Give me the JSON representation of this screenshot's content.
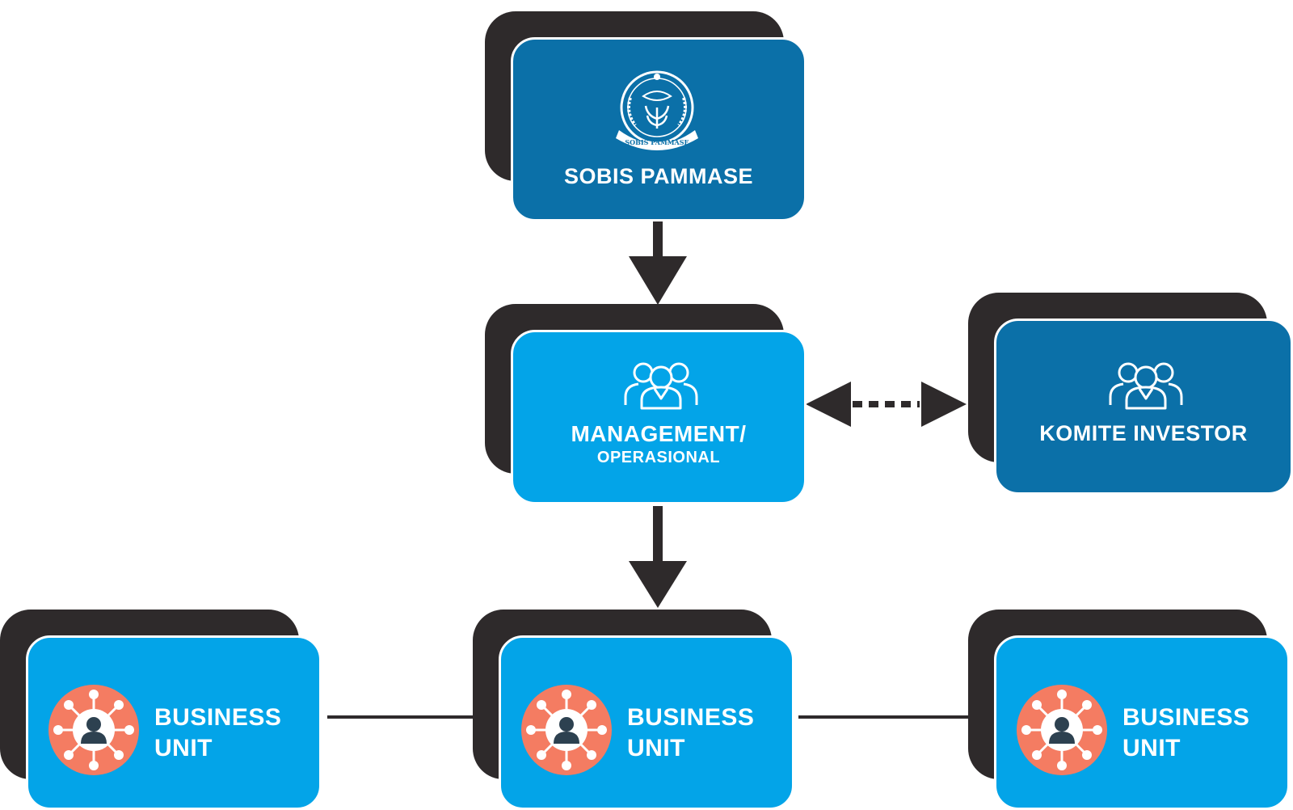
{
  "nodes": {
    "sobis": {
      "title": "SOBIS PAMMASE",
      "emblem_text": "SOBIS PAMMASE",
      "icon": "organization-emblem-icon"
    },
    "management": {
      "title": "MANAGEMENT/",
      "subtitle": "OPERASIONAL",
      "icon": "people-group-icon"
    },
    "komite": {
      "title": "KOMITE INVESTOR",
      "icon": "people-group-icon"
    },
    "business_units": [
      {
        "line1": "BUSINESS",
        "line2": "UNIT",
        "icon": "network-person-icon"
      },
      {
        "line1": "BUSINESS",
        "line2": "UNIT",
        "icon": "network-person-icon"
      },
      {
        "line1": "BUSINESS",
        "line2": "UNIT",
        "icon": "network-person-icon"
      }
    ]
  },
  "colors": {
    "dark_card": "#0b70a8",
    "light_card": "#03a4e8",
    "shadow": "#2e2a2b",
    "connector": "#2e2a2b",
    "icon_badge": "#f47c62",
    "icon_person": "#2d4150"
  }
}
